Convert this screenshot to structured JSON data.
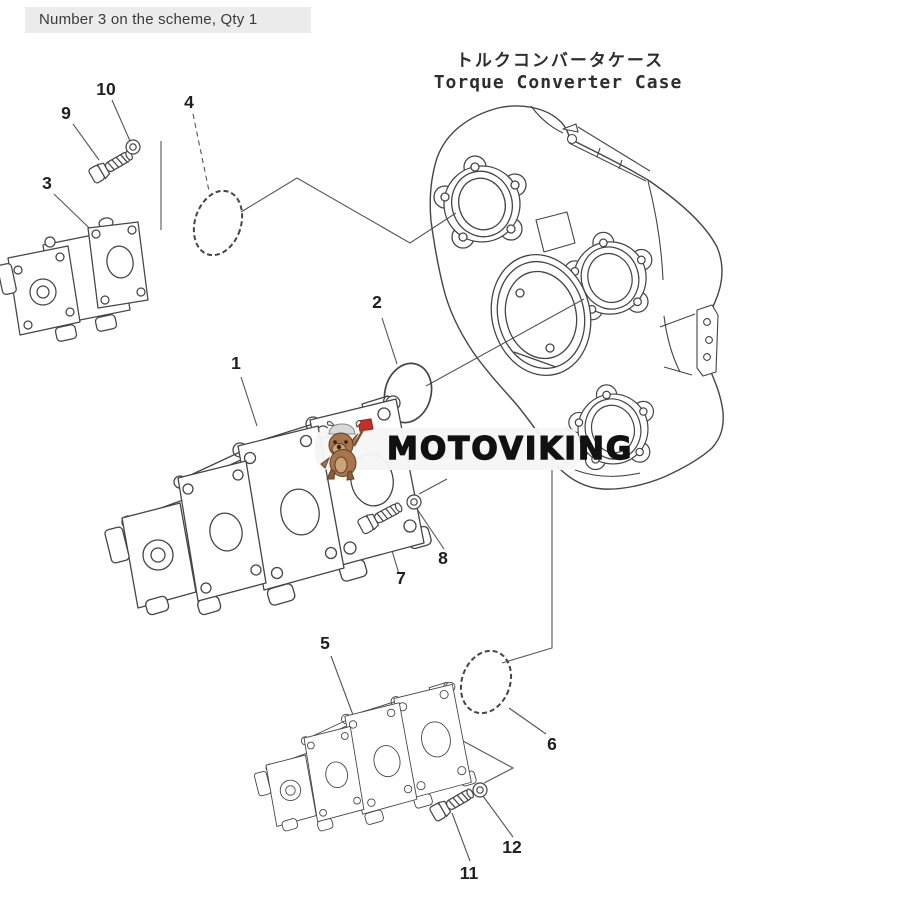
{
  "header": {
    "note": "Number 3 on the scheme, Qty 1"
  },
  "titles": {
    "japanese": "トルクコンバータケース",
    "english": "Torque Converter Case"
  },
  "watermark": {
    "brand": "MOTOVIKING",
    "mascot": "viking-dog"
  },
  "callouts": [
    "1",
    "2",
    "3",
    "4",
    "5",
    "6",
    "7",
    "8",
    "9",
    "10",
    "11",
    "12"
  ],
  "colors": {
    "line": "#454545",
    "leader_line": "#555555",
    "callout_text": "#1f1f1f",
    "header_bg": "#ececec",
    "header_text": "#3a3a3a",
    "watermark_bg": "#f6f6f6",
    "brand_text": "#111111",
    "mascot_brown": "#a9744a",
    "mascot_muzzle": "#cba37a",
    "mascot_helmet": "#d9d9d9",
    "mascot_red": "#cf2b26"
  }
}
